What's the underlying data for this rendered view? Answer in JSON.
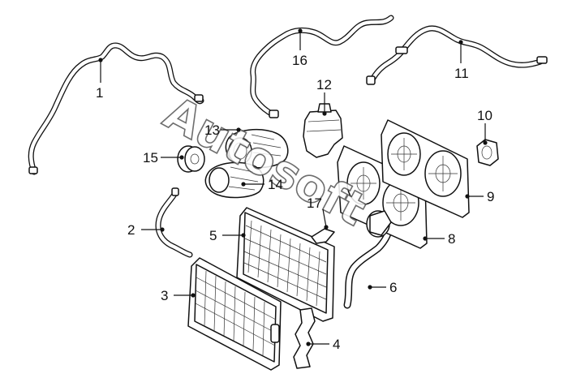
{
  "watermark": "Autosoft",
  "callouts": [
    {
      "id": "c1",
      "label": "1"
    },
    {
      "id": "c2",
      "label": "2"
    },
    {
      "id": "c3",
      "label": "3"
    },
    {
      "id": "c4",
      "label": "4"
    },
    {
      "id": "c5",
      "label": "5"
    },
    {
      "id": "c6",
      "label": "6"
    },
    {
      "id": "c8",
      "label": "8"
    },
    {
      "id": "c9",
      "label": "9"
    },
    {
      "id": "c10",
      "label": "10"
    },
    {
      "id": "c11",
      "label": "11"
    },
    {
      "id": "c12",
      "label": "12"
    },
    {
      "id": "c13",
      "label": "13"
    },
    {
      "id": "c14",
      "label": "14"
    },
    {
      "id": "c15",
      "label": "15"
    },
    {
      "id": "c16",
      "label": "16"
    },
    {
      "id": "c17",
      "label": "17"
    }
  ]
}
